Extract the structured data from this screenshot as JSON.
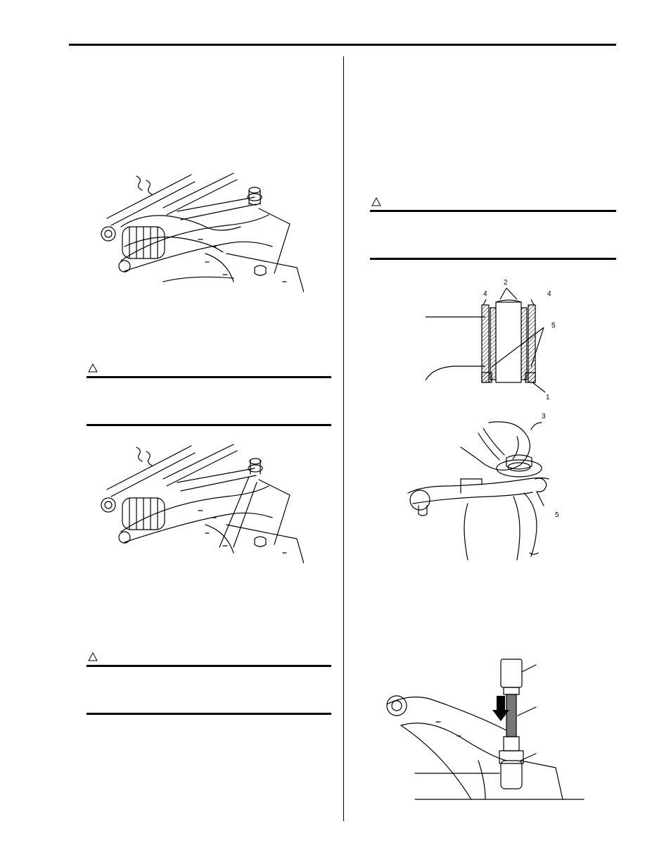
{
  "figures": {
    "bushing_section": {
      "callouts": [
        "4",
        "2",
        "4",
        "5",
        "1"
      ]
    },
    "grinder_arm": {
      "callouts": [
        "3",
        "5"
      ]
    }
  },
  "warning": {
    "icon": "warning-triangle-icon"
  }
}
